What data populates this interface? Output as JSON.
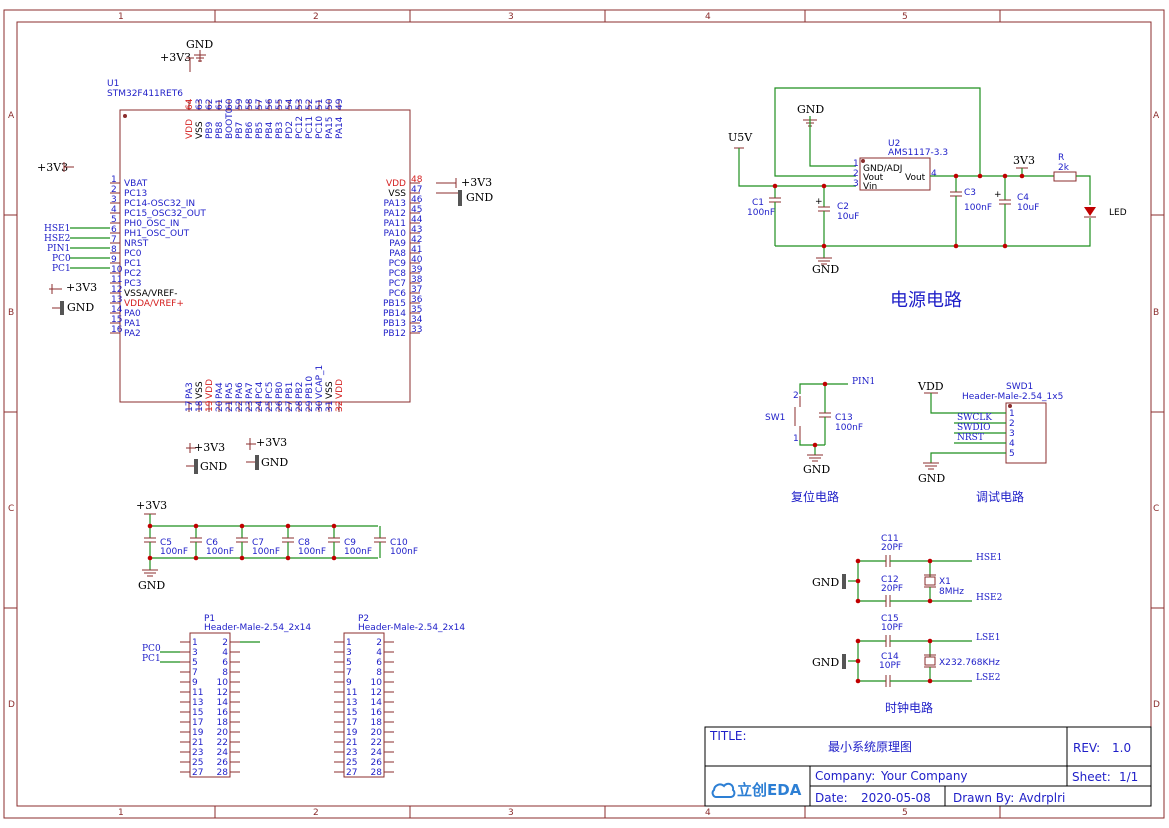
{
  "frame": {
    "columns": [
      "1",
      "2",
      "3",
      "4",
      "5"
    ],
    "rows": [
      "A",
      "B",
      "C",
      "D"
    ]
  },
  "mcu": {
    "ref": "U1",
    "part": "STM32F411RET6",
    "top_pins": [
      {
        "num": "64",
        "name": "VDD",
        "color": "red"
      },
      {
        "num": "63",
        "name": "VSS",
        "color": "blk"
      },
      {
        "num": "62",
        "name": "PB9",
        "color": "blue"
      },
      {
        "num": "61",
        "name": "PB8",
        "color": "blue"
      },
      {
        "num": "60",
        "name": "BOOT0",
        "color": "blue"
      },
      {
        "num": "59",
        "name": "PB7",
        "color": "blue"
      },
      {
        "num": "58",
        "name": "PB6",
        "color": "blue"
      },
      {
        "num": "57",
        "name": "PB5",
        "color": "blue"
      },
      {
        "num": "56",
        "name": "PB4",
        "color": "blue"
      },
      {
        "num": "55",
        "name": "PB3",
        "color": "blue"
      },
      {
        "num": "54",
        "name": "PD2",
        "color": "blue"
      },
      {
        "num": "53",
        "name": "PC12",
        "color": "blue"
      },
      {
        "num": "52",
        "name": "PC11",
        "color": "blue"
      },
      {
        "num": "51",
        "name": "PC10",
        "color": "blue"
      },
      {
        "num": "50",
        "name": "PA15",
        "color": "blue"
      },
      {
        "num": "49",
        "name": "PA14",
        "color": "blue"
      }
    ],
    "left_pins": [
      {
        "num": "1",
        "name": "VBAT",
        "color": "blue"
      },
      {
        "num": "2",
        "name": "PC13",
        "color": "blue"
      },
      {
        "num": "3",
        "name": "PC14-OSC32_IN",
        "color": "blue"
      },
      {
        "num": "4",
        "name": "PC15_OSC32_OUT",
        "color": "blue"
      },
      {
        "num": "5",
        "name": "PH0_OSC_IN",
        "color": "blue"
      },
      {
        "num": "6",
        "name": "PH1_OSC_OUT",
        "color": "blue"
      },
      {
        "num": "7",
        "name": "NRST",
        "color": "blue"
      },
      {
        "num": "8",
        "name": "PC0",
        "color": "blue"
      },
      {
        "num": "9",
        "name": "PC1",
        "color": "blue"
      },
      {
        "num": "10",
        "name": "PC2",
        "color": "blue"
      },
      {
        "num": "11",
        "name": "PC3",
        "color": "blue"
      },
      {
        "num": "12",
        "name": "VSSA/VREF-",
        "color": "blk"
      },
      {
        "num": "13",
        "name": "VDDA/VREF+",
        "color": "red"
      },
      {
        "num": "14",
        "name": "PA0",
        "color": "blue"
      },
      {
        "num": "15",
        "name": "PA1",
        "color": "blue"
      },
      {
        "num": "16",
        "name": "PA2",
        "color": "blue"
      }
    ],
    "right_pins": [
      {
        "num": "48",
        "name": "VDD",
        "color": "red"
      },
      {
        "num": "47",
        "name": "VSS",
        "color": "blk"
      },
      {
        "num": "46",
        "name": "PA13",
        "color": "blue"
      },
      {
        "num": "45",
        "name": "PA12",
        "color": "blue"
      },
      {
        "num": "44",
        "name": "PA11",
        "color": "blue"
      },
      {
        "num": "43",
        "name": "PA10",
        "color": "blue"
      },
      {
        "num": "42",
        "name": "PA9",
        "color": "blue"
      },
      {
        "num": "41",
        "name": "PA8",
        "color": "blue"
      },
      {
        "num": "40",
        "name": "PC9",
        "color": "blue"
      },
      {
        "num": "39",
        "name": "PC8",
        "color": "blue"
      },
      {
        "num": "38",
        "name": "PC7",
        "color": "blue"
      },
      {
        "num": "37",
        "name": "PC6",
        "color": "blue"
      },
      {
        "num": "36",
        "name": "PB15",
        "color": "blue"
      },
      {
        "num": "35",
        "name": "PB14",
        "color": "blue"
      },
      {
        "num": "34",
        "name": "PB13",
        "color": "blue"
      },
      {
        "num": "33",
        "name": "PB12",
        "color": "blue"
      }
    ],
    "bottom_pins": [
      {
        "num": "17",
        "name": "PA3",
        "color": "blue"
      },
      {
        "num": "18",
        "name": "VSS",
        "color": "blk"
      },
      {
        "num": "19",
        "name": "VDD",
        "color": "red"
      },
      {
        "num": "20",
        "name": "PA4",
        "color": "blue"
      },
      {
        "num": "21",
        "name": "PA5",
        "color": "blue"
      },
      {
        "num": "22",
        "name": "PA6",
        "color": "blue"
      },
      {
        "num": "23",
        "name": "PA7",
        "color": "blue"
      },
      {
        "num": "24",
        "name": "PC4",
        "color": "blue"
      },
      {
        "num": "25",
        "name": "PC5",
        "color": "blue"
      },
      {
        "num": "26",
        "name": "PB0",
        "color": "blue"
      },
      {
        "num": "27",
        "name": "PB1",
        "color": "blue"
      },
      {
        "num": "28",
        "name": "PB2",
        "color": "blue"
      },
      {
        "num": "29",
        "name": "PB10",
        "color": "blue"
      },
      {
        "num": "30",
        "name": "VCAP_1",
        "color": "blue"
      },
      {
        "num": "31",
        "name": "VSS",
        "color": "blk"
      },
      {
        "num": "32",
        "name": "VDD",
        "color": "red"
      }
    ]
  },
  "nets": {
    "v33": "+3V3",
    "gnd": "GND",
    "v5": "U5V",
    "vdd": "VDD",
    "v33b": "3V3",
    "hse1": "HSE1",
    "hse2": "HSE2",
    "pin1": "PIN1",
    "pc0": "PC0",
    "pc1": "PC1",
    "lse1": "LSE1",
    "lse2": "LSE2",
    "swclk": "SWCLK",
    "swdio": "SWDIO",
    "nrst": "NRST"
  },
  "power": {
    "ref": "U2",
    "part": "AMS1117-3.3",
    "pin_adj": "GND/ADJ",
    "pin_vout": "Vout",
    "pin_vin": "Vin",
    "pin_vout_r": "Vout",
    "n1": "1",
    "n2": "2",
    "n3": "3",
    "n4": "4",
    "c1": "C1",
    "c1v": "100nF",
    "c2": "C2",
    "c2v": "10uF",
    "c3": "C3",
    "c3v": "100nF",
    "c4": "C4",
    "c4v": "10uF",
    "r": "R",
    "rv": "2k",
    "led": "LED",
    "plus": "+",
    "title": "电源电路"
  },
  "reset": {
    "sw": "SW1",
    "c": "C13",
    "cv": "100nF",
    "p1": "1",
    "p2": "2",
    "title": "复位电路"
  },
  "debug": {
    "ref": "SWD1",
    "part": "Header-Male-2.54_1x5",
    "pins": [
      "1",
      "2",
      "3",
      "4",
      "5"
    ],
    "title": "调试电路"
  },
  "decoupling": {
    "caps": [
      {
        "ref": "C5",
        "val": "100nF"
      },
      {
        "ref": "C6",
        "val": "100nF"
      },
      {
        "ref": "C7",
        "val": "100nF"
      },
      {
        "ref": "C8",
        "val": "100nF"
      },
      {
        "ref": "C9",
        "val": "100nF"
      },
      {
        "ref": "C10",
        "val": "100nF"
      }
    ]
  },
  "clock": {
    "c11": "C11",
    "c11v": "20PF",
    "c12": "C12",
    "c12v": "20PF",
    "x1": "X1",
    "x1v": "8MHz",
    "c15": "C15",
    "c15v": "10PF",
    "c14": "C14",
    "c14v": "10PF",
    "x2": "X2",
    "x2v": "32.768KHz",
    "title": "时钟电路"
  },
  "headers": {
    "p1": "P1",
    "p1part": "Header-Male-2.54_2x14",
    "p2": "P2",
    "p2part": "Header-Male-2.54_2x14",
    "left": [
      "1",
      "3",
      "5",
      "7",
      "9",
      "11",
      "13",
      "15",
      "17",
      "19",
      "21",
      "23",
      "25",
      "27"
    ],
    "right": [
      "2",
      "4",
      "6",
      "8",
      "10",
      "12",
      "14",
      "16",
      "18",
      "20",
      "22",
      "24",
      "26",
      "28"
    ]
  },
  "titleblock": {
    "title_label": "TITLE:",
    "title": "最小系统原理图",
    "rev_label": "REV:",
    "rev": "1.0",
    "company_label": "Company:",
    "company": "Your Company",
    "sheet_label": "Sheet:",
    "sheet": "1/1",
    "date_label": "Date:",
    "date": "2020-05-08",
    "drawn_label": "Drawn By:",
    "drawn": "Avdrplri",
    "logo": "立创EDA"
  }
}
